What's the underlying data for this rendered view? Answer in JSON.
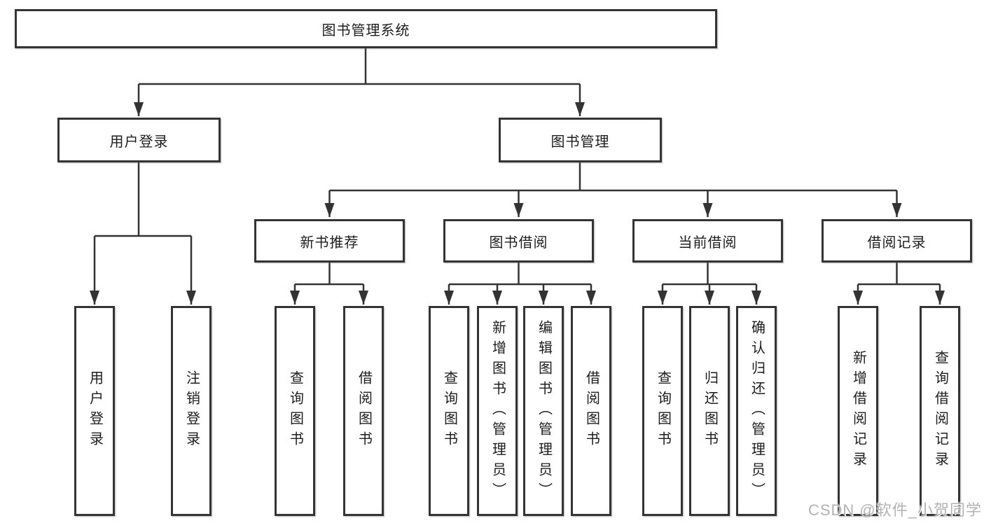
{
  "diagram": {
    "title": "图书管理系统",
    "root": {
      "label": "图书管理系统",
      "children": [
        {
          "label": "用户登录",
          "children": [
            {
              "label": "用户登录"
            },
            {
              "label": "注销登录"
            }
          ]
        },
        {
          "label": "图书管理",
          "children": [
            {
              "label": "新书推荐",
              "children": [
                {
                  "label": "查询图书"
                },
                {
                  "label": "借阅图书"
                }
              ]
            },
            {
              "label": "图书借阅",
              "children": [
                {
                  "label": "查询图书"
                },
                {
                  "label": "新增图书（管理员）"
                },
                {
                  "label": "编辑图书（管理员）"
                },
                {
                  "label": "借阅图书"
                }
              ]
            },
            {
              "label": "当前借阅",
              "children": [
                {
                  "label": "查询图书"
                },
                {
                  "label": "归还图书"
                },
                {
                  "label": "确认归还（管理员）"
                }
              ]
            },
            {
              "label": "借阅记录",
              "children": [
                {
                  "label": "新增借阅记录"
                },
                {
                  "label": "查询借阅记录"
                }
              ]
            }
          ]
        }
      ]
    },
    "watermark": "CSDN @软件_小贺同学",
    "colors": {
      "line": "#333333",
      "border": "#343434",
      "text": "#1d1d1d",
      "background": "#ffffff",
      "watermark": "#b3b3b3"
    }
  }
}
